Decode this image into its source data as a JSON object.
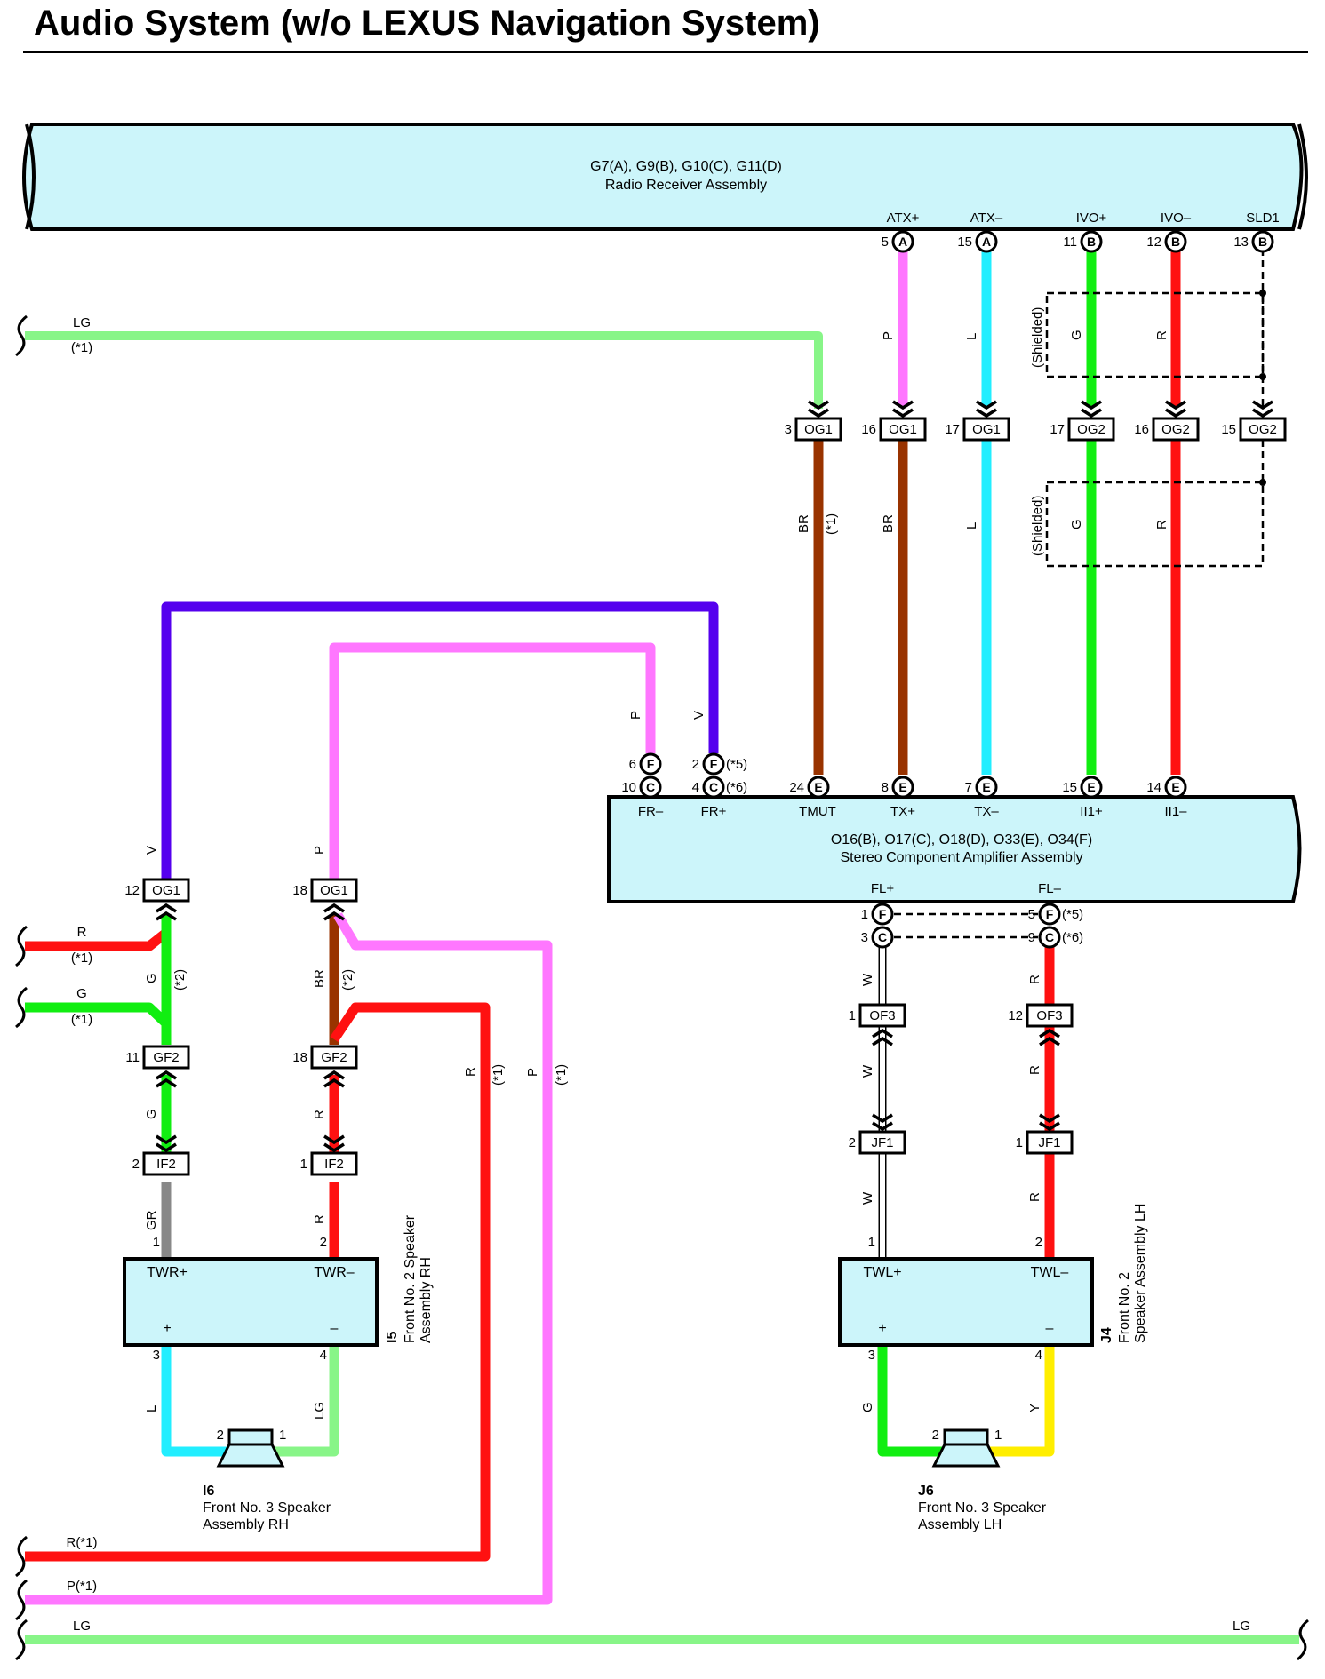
{
  "title": "Audio System (w/o LEXUS Navigation System)",
  "colors": {
    "LG": "#88f588",
    "P": "#ff77ff",
    "L": "#22eeff",
    "G": "#11ee11",
    "R": "#ff1111",
    "BR": "#993300",
    "V": "#5500ee",
    "GR": "#888888",
    "W": "#ffffff",
    "Y": "#ffee00",
    "box": "#ccf5fa"
  },
  "radio": {
    "codes": "G7(A), G9(B), G10(C), G11(D)",
    "name": "Radio Receiver Assembly",
    "terminals": [
      {
        "label": "ATX+",
        "pin": "5",
        "conn": "A"
      },
      {
        "label": "ATX–",
        "pin": "15",
        "conn": "A"
      },
      {
        "label": "IVO+",
        "pin": "11",
        "conn": "B"
      },
      {
        "label": "IVO–",
        "pin": "12",
        "conn": "B"
      },
      {
        "label": "SLD1",
        "pin": "13",
        "conn": "B"
      }
    ]
  },
  "amp": {
    "codes": "O16(B), O17(C), O18(D), O33(E), O34(F)",
    "name": "Stereo Component Amplifier Assembly",
    "top_labels": [
      "FR–",
      "FR+",
      "TMUT",
      "TX+",
      "TX–",
      "II1+",
      "II1–"
    ],
    "top_pins": [
      {
        "pin": "6",
        "conn": "F"
      },
      {
        "pin": "10",
        "conn": "C"
      },
      {
        "pin": "2",
        "conn": "F",
        "note": "(*5)"
      },
      {
        "pin": "4",
        "conn": "C",
        "note": "(*6)"
      },
      {
        "pin": "24",
        "conn": "E"
      },
      {
        "pin": "8",
        "conn": "E"
      },
      {
        "pin": "7",
        "conn": "E"
      },
      {
        "pin": "15",
        "conn": "E"
      },
      {
        "pin": "14",
        "conn": "E"
      }
    ],
    "bottom_labels": [
      "FL+",
      "FL–"
    ],
    "bottom_pins": [
      {
        "pin": "1",
        "conn": "F"
      },
      {
        "pin": "3",
        "conn": "C"
      },
      {
        "pin": "5",
        "conn": "F",
        "note": "(*5)"
      },
      {
        "pin": "9",
        "conn": "C",
        "note": "(*6)"
      }
    ]
  },
  "connectors": {
    "og1": [
      {
        "pin": "3",
        "name": "OG1"
      },
      {
        "pin": "16",
        "name": "OG1"
      },
      {
        "pin": "17",
        "name": "OG1"
      },
      {
        "pin": "12",
        "name": "OG1"
      },
      {
        "pin": "18",
        "name": "OG1"
      }
    ],
    "og2": [
      {
        "pin": "17",
        "name": "OG2"
      },
      {
        "pin": "16",
        "name": "OG2"
      },
      {
        "pin": "15",
        "name": "OG2"
      }
    ],
    "gf2": [
      {
        "pin": "11",
        "name": "GF2"
      },
      {
        "pin": "18",
        "name": "GF2"
      }
    ],
    "if2": [
      {
        "pin": "2",
        "name": "IF2"
      },
      {
        "pin": "1",
        "name": "IF2"
      }
    ],
    "of3": [
      {
        "pin": "1",
        "name": "OF3"
      },
      {
        "pin": "12",
        "name": "OF3"
      }
    ],
    "jf1": [
      {
        "pin": "2",
        "name": "JF1"
      },
      {
        "pin": "1",
        "name": "JF1"
      }
    ]
  },
  "wire_labels": {
    "lg_top": "LG",
    "note_1": "(*1)",
    "note_2": "(*2)",
    "shielded": "(Shielded)",
    "P": "P",
    "L": "L",
    "G": "G",
    "R": "R",
    "BR": "BR",
    "V": "V",
    "GR": "GR",
    "W": "W",
    "Y": "Y",
    "LG": "LG",
    "r_star1": "R(*1)",
    "p_star1": "P(*1)"
  },
  "speaker_rh": {
    "code": "I5",
    "name_line1": "Front No. 2 Speaker",
    "name_line2": "Assembly RH",
    "plus_label": "TWR+",
    "minus_label": "TWR–",
    "plus": "+",
    "minus": "–",
    "pins_top": [
      "1",
      "2"
    ],
    "pins_bottom": [
      "3",
      "4"
    ]
  },
  "speaker_lh": {
    "code": "J4",
    "name_line1": "Front No. 2",
    "name_line2": "Speaker Assembly LH",
    "plus_label": "TWL+",
    "minus_label": "TWL–",
    "plus": "+",
    "minus": "–",
    "pins_top": [
      "1",
      "2"
    ],
    "pins_bottom": [
      "3",
      "4"
    ]
  },
  "tweeter_rh": {
    "code": "I6",
    "name_line1": "Front No. 3 Speaker",
    "name_line2": "Assembly RH",
    "pins": [
      "2",
      "1"
    ]
  },
  "tweeter_lh": {
    "code": "J6",
    "name_line1": "Front No. 3 Speaker",
    "name_line2": "Assembly LH",
    "pins": [
      "2",
      "1"
    ]
  }
}
